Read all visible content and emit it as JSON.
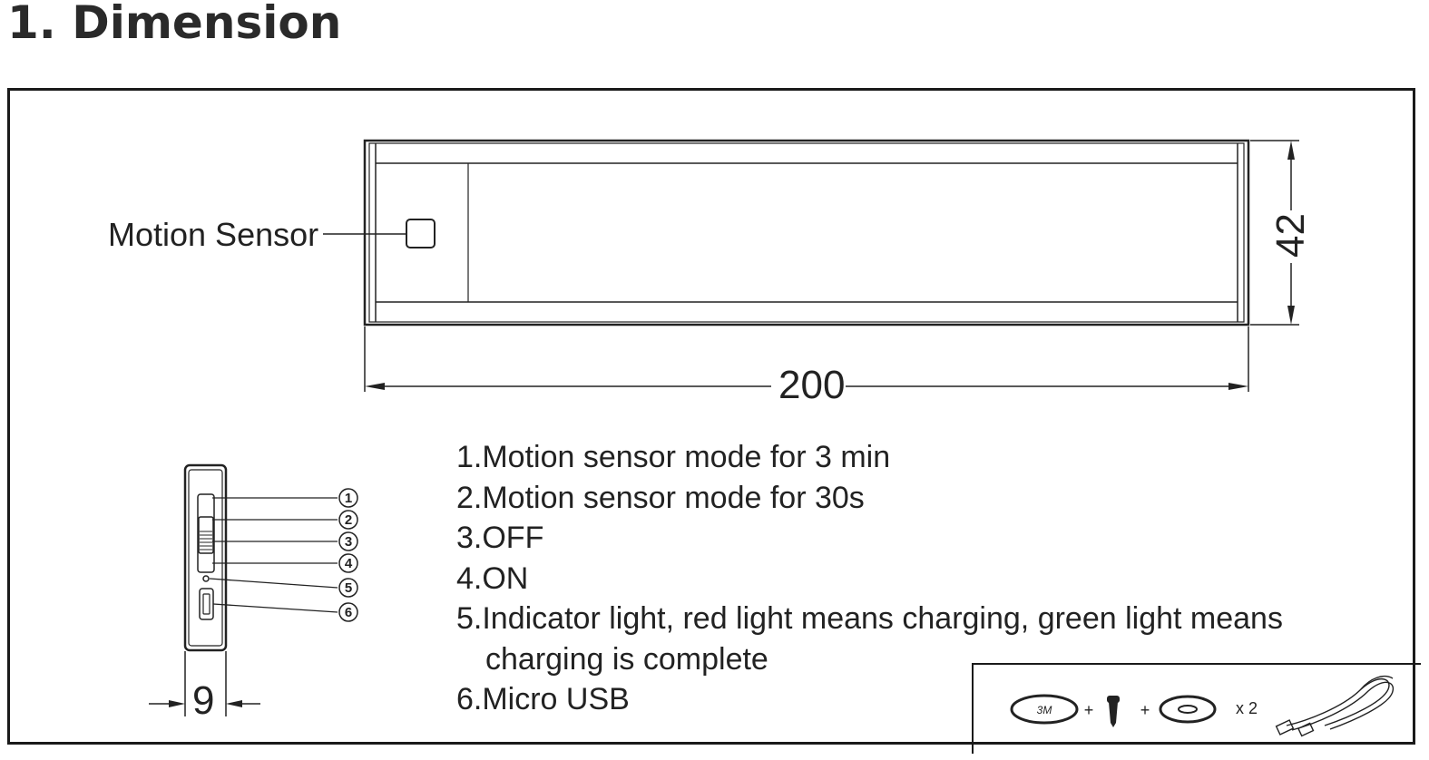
{
  "title": "1. Dimension",
  "labels": {
    "motion_sensor": "Motion Sensor",
    "width": "200",
    "height": "42",
    "depth": "9"
  },
  "callout_numbers": [
    "1",
    "2",
    "3",
    "4",
    "5",
    "6"
  ],
  "legend": [
    "1.Motion sensor mode for 3 min",
    "2.Motion sensor mode for 30s",
    "3.OFF",
    "4.ON",
    "5.Indicator light, red light means charging, green light means",
    "charging is complete",
    "6.Micro USB"
  ],
  "accessories": {
    "tape_label": "3M",
    "plus": "+",
    "count": "x 2"
  }
}
